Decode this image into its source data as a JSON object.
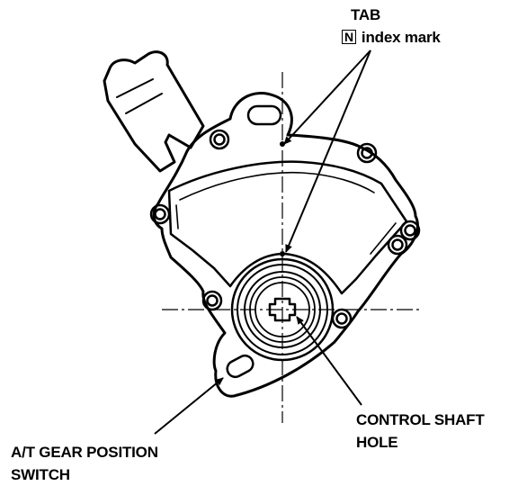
{
  "labels": {
    "tab": "TAB",
    "index_box": "N",
    "index_mark": "index mark",
    "control_shaft_line1": "CONTROL SHAFT",
    "control_shaft_line2": "HOLE",
    "switch_line1": "A/T GEAR POSITION",
    "switch_line2": "SWITCH"
  },
  "colors": {
    "ink": "#000000",
    "background": "#ffffff"
  }
}
